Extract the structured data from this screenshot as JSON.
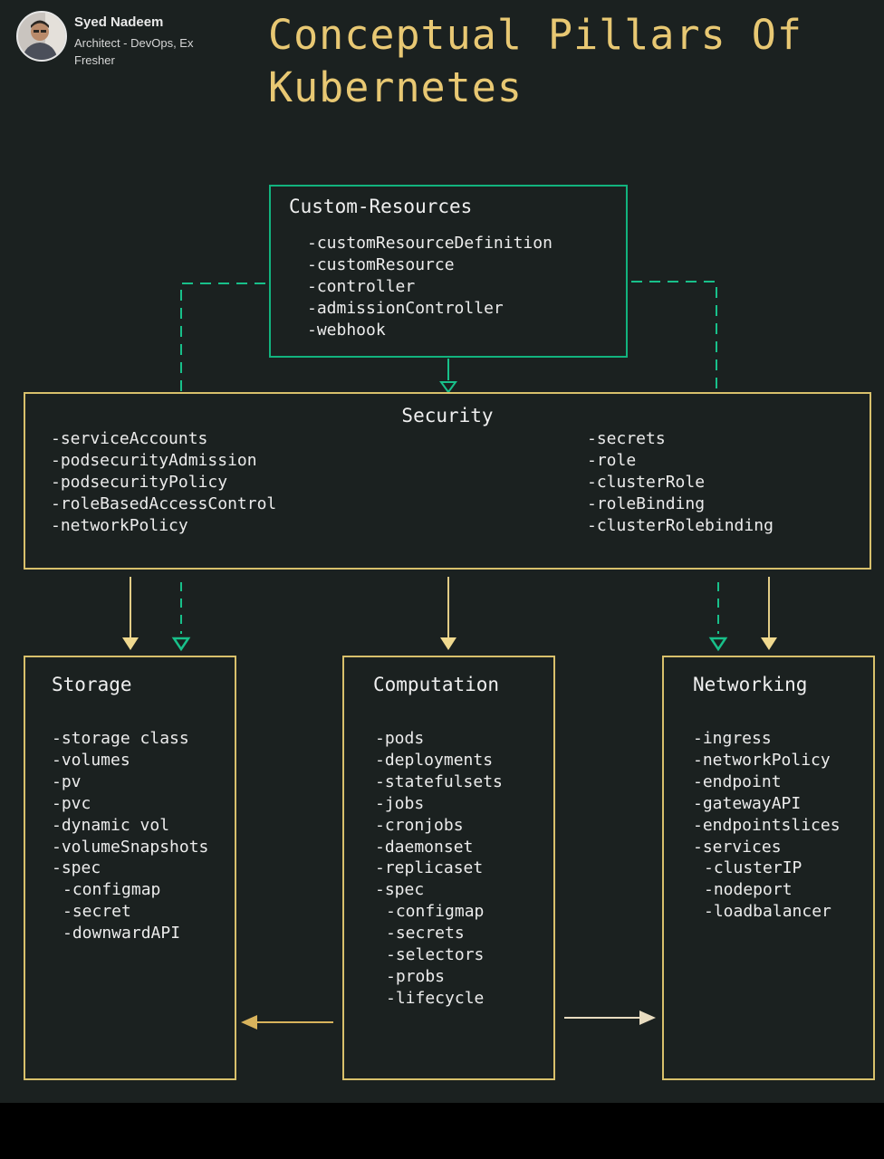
{
  "author": {
    "name": "Syed Nadeem",
    "role": "Architect - DevOps, Ex Fresher"
  },
  "title": "Conceptual Pillars Of Kubernetes",
  "colors": {
    "background": "#1b2120",
    "title": "#e8c873",
    "gold_border": "#d8c06b",
    "green_border": "#12b37e",
    "text": "#ececec"
  },
  "nodes": {
    "custom_resources": {
      "heading": "Custom-Resources",
      "items": [
        "-customResourceDefinition",
        "-customResource",
        "-controller",
        "-admissionController",
        "-webhook"
      ]
    },
    "security": {
      "heading": "Security",
      "left_items": [
        "-serviceAccounts",
        "-podsecurityAdmission",
        "-podsecurityPolicy",
        "-roleBasedAccessControl",
        "-networkPolicy"
      ],
      "right_items": [
        "-secrets",
        "-role",
        "-clusterRole",
        "-roleBinding",
        "-clusterRolebinding"
      ]
    },
    "storage": {
      "heading": "Storage",
      "items": [
        {
          "text": "-storage class",
          "sub": false
        },
        {
          "text": "-volumes",
          "sub": false
        },
        {
          "text": "-pv",
          "sub": false
        },
        {
          "text": "-pvc",
          "sub": false
        },
        {
          "text": "-dynamic vol",
          "sub": false
        },
        {
          "text": "-volumeSnapshots",
          "sub": false
        },
        {
          "text": "-spec",
          "sub": false
        },
        {
          "text": "-configmap",
          "sub": true
        },
        {
          "text": "-secret",
          "sub": true
        },
        {
          "text": "-downwardAPI",
          "sub": true
        }
      ]
    },
    "computation": {
      "heading": "Computation",
      "items": [
        {
          "text": "-pods",
          "sub": false
        },
        {
          "text": "-deployments",
          "sub": false
        },
        {
          "text": "-statefulsets",
          "sub": false
        },
        {
          "text": "-jobs",
          "sub": false
        },
        {
          "text": "-cronjobs",
          "sub": false
        },
        {
          "text": "-daemonset",
          "sub": false
        },
        {
          "text": "-replicaset",
          "sub": false
        },
        {
          "text": "-spec",
          "sub": false
        },
        {
          "text": "-configmap",
          "sub": true
        },
        {
          "text": "-secrets",
          "sub": true
        },
        {
          "text": "-selectors",
          "sub": true
        },
        {
          "text": "-probs",
          "sub": true
        },
        {
          "text": "-lifecycle",
          "sub": true
        }
      ]
    },
    "networking": {
      "heading": "Networking",
      "items": [
        {
          "text": "-ingress",
          "sub": false
        },
        {
          "text": "-networkPolicy",
          "sub": false
        },
        {
          "text": "-endpoint",
          "sub": false
        },
        {
          "text": "-gatewayAPI",
          "sub": false
        },
        {
          "text": "-endpointslices",
          "sub": false
        },
        {
          "text": "-services",
          "sub": false
        },
        {
          "text": "-clusterIP",
          "sub": true
        },
        {
          "text": "-nodeport",
          "sub": true
        },
        {
          "text": "-loadbalancer",
          "sub": true
        }
      ]
    }
  },
  "edges": [
    {
      "from": "custom_resources",
      "to": "security",
      "style": "dashed",
      "color": "green"
    },
    {
      "from": "custom_resources",
      "to": "storage",
      "style": "dashed",
      "color": "green"
    },
    {
      "from": "custom_resources",
      "to": "networking",
      "style": "dashed",
      "color": "green"
    },
    {
      "from": "security",
      "to": "storage",
      "style": "solid",
      "color": "gold"
    },
    {
      "from": "security",
      "to": "computation",
      "style": "solid",
      "color": "gold"
    },
    {
      "from": "security",
      "to": "networking",
      "style": "solid",
      "color": "gold"
    },
    {
      "from": "computation",
      "to": "storage",
      "style": "solid",
      "color": "gold"
    },
    {
      "from": "computation",
      "to": "networking",
      "style": "solid",
      "color": "gold"
    }
  ]
}
